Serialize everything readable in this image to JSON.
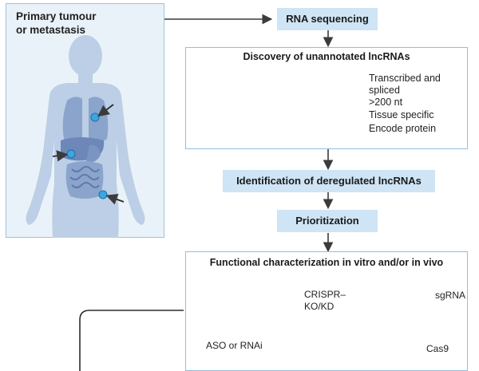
{
  "source_panel": {
    "title_line1": "Primary tumour",
    "title_line2": "or metastasis"
  },
  "steps": {
    "rna_sequencing": "RNA sequencing",
    "discovery_title": "Discovery of unannotated lncRNAs",
    "identification": "Identification of deregulated lncRNAs",
    "prioritization": "Prioritization",
    "functional_title": "Functional characterization in vitro and/or in vivo"
  },
  "criteria": {
    "items": [
      "Transcribed and",
      "spliced",
      ">200 nt",
      "Tissue specific",
      "Encode protein"
    ],
    "check_icon": "check-mark-icon",
    "cross_icon": "cross-mark-icon"
  },
  "functional": {
    "aso_label": "ASO or RNAi",
    "crispr_label_line1": "CRISPR–",
    "crispr_label_line2": "KO/KD",
    "sgrna_label": "sgRNA",
    "cas9_label": "Cas9"
  },
  "colors": {
    "panel_bg": "#eaf2f9",
    "panel_border": "#9cc3df",
    "step_fill": "#cfe4f4",
    "annotated_blue": "#1f4e8c",
    "novel_salmon": "#e8857c",
    "check_blue": "#3a9ad9",
    "cross_red": "#e2574c",
    "aso_teal": "#2fb3c9",
    "cas9_grey": "#b8c4d6"
  }
}
